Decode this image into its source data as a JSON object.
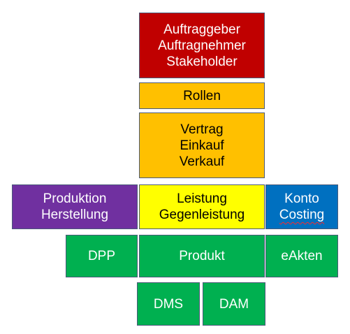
{
  "colors": {
    "red": "#c00000",
    "orange": "#ffc000",
    "purple": "#7030a0",
    "yellow": "#ffff00",
    "blue": "#0070c0",
    "green": "#00b050",
    "border": "#4a5a7a"
  },
  "boxes": {
    "parties": {
      "lines": [
        "Auftraggeber",
        "Auftragnehmer",
        "Stakeholder"
      ]
    },
    "roles": {
      "lines": [
        "Rollen"
      ]
    },
    "contract": {
      "lines": [
        "Vertrag",
        "Einkauf",
        "Verkauf"
      ]
    },
    "production": {
      "lines": [
        "Produktion",
        "Herstellung"
      ]
    },
    "service": {
      "lines": [
        "Leistung",
        "Gegenleistung"
      ]
    },
    "account": {
      "lines": [
        "Konto",
        "Costing"
      ]
    },
    "dpp": {
      "label": "DPP"
    },
    "product": {
      "label": "Produkt"
    },
    "eakten": {
      "label": "eAkten"
    },
    "dms": {
      "label": "DMS"
    },
    "dam": {
      "label": "DAM"
    }
  }
}
